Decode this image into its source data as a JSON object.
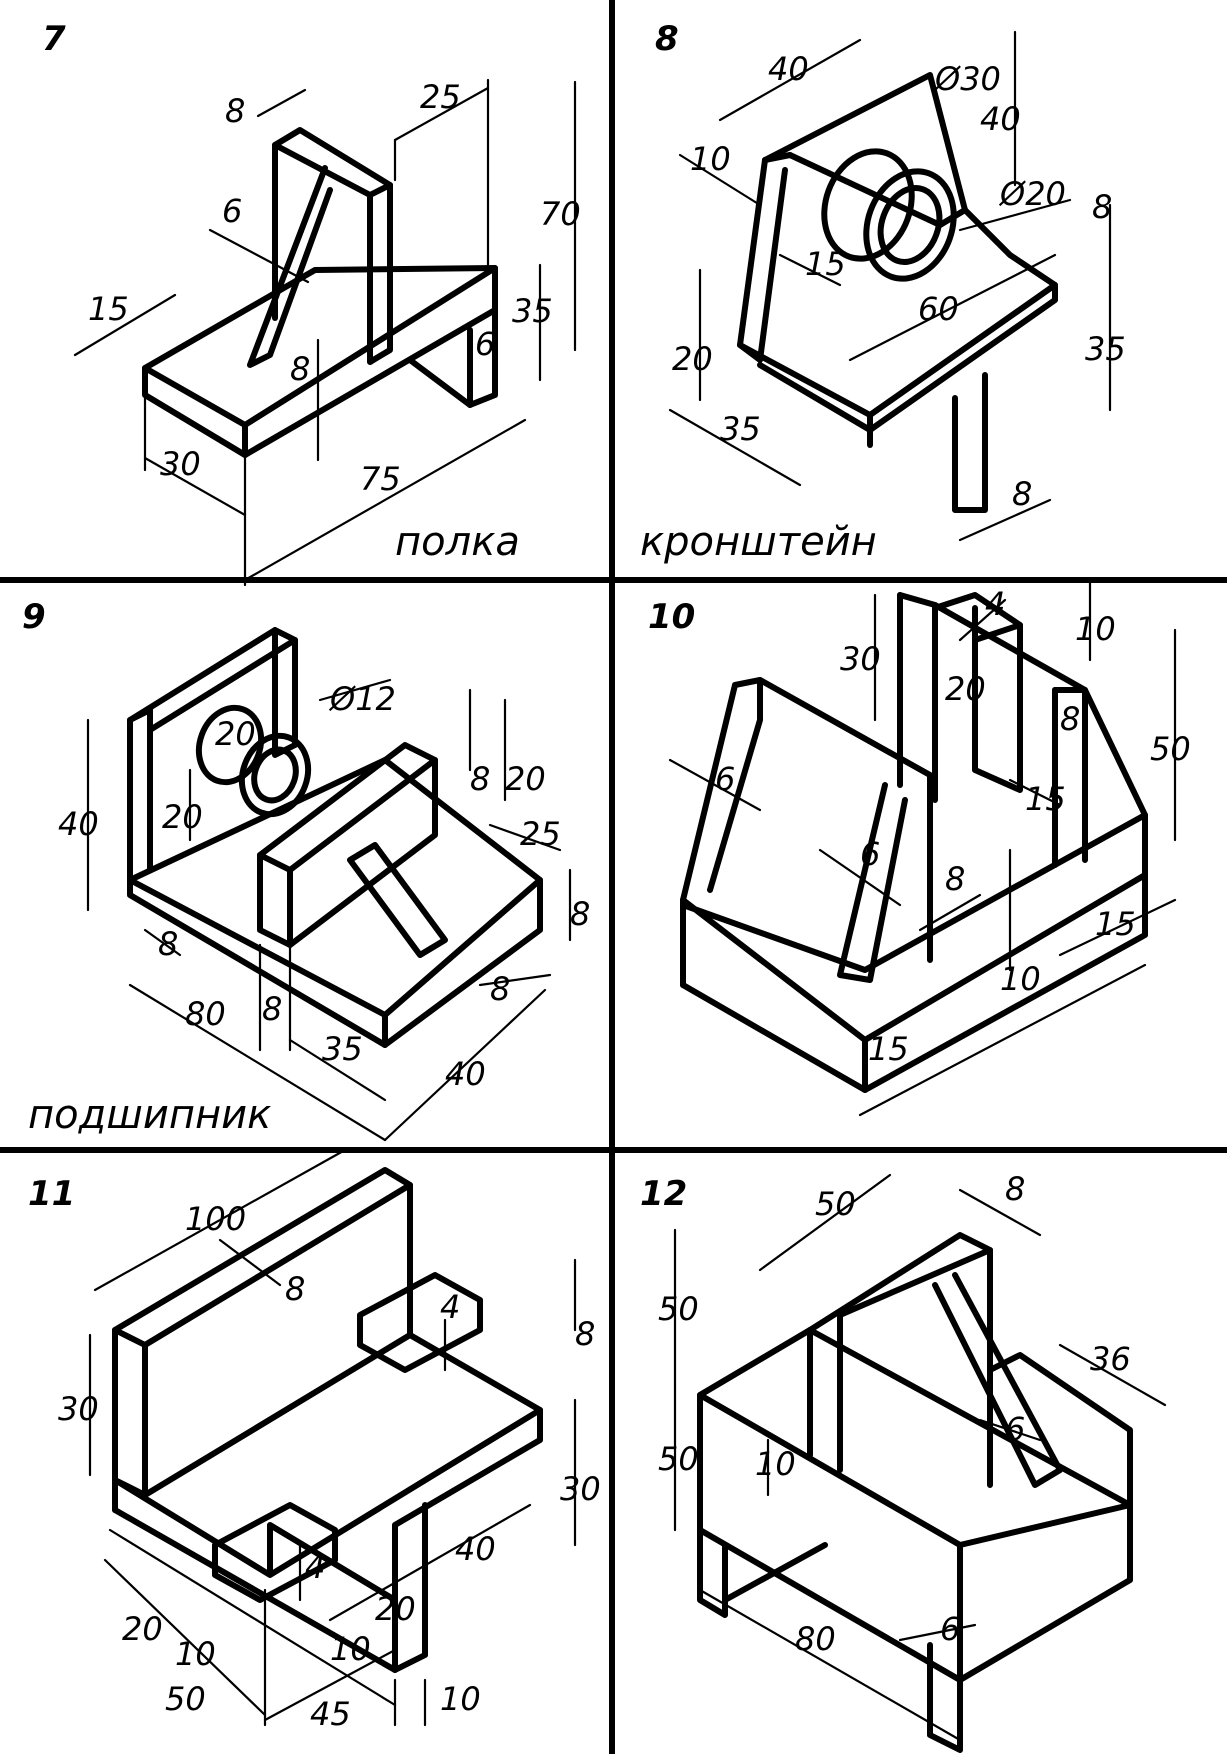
{
  "panels": [
    {
      "number": "7",
      "caption": "полка",
      "dims": [
        "8",
        "25",
        "6",
        "70",
        "15",
        "35",
        "8",
        "6",
        "30",
        "75"
      ]
    },
    {
      "number": "8",
      "caption": "кронштейн",
      "dims": [
        "40",
        "Ø30",
        "40",
        "10",
        "Ø20",
        "8",
        "15",
        "60",
        "20",
        "35",
        "35",
        "8"
      ]
    },
    {
      "number": "9",
      "caption": "подшипник",
      "dims": [
        "Ø12",
        "20",
        "20",
        "40",
        "8",
        "20",
        "25",
        "8",
        "8",
        "80",
        "8",
        "35",
        "8",
        "40"
      ]
    },
    {
      "number": "10",
      "caption": "",
      "dims": [
        "4",
        "10",
        "30",
        "20",
        "8",
        "50",
        "6",
        "6",
        "15",
        "8",
        "15",
        "10",
        "15"
      ]
    },
    {
      "number": "11",
      "caption": "",
      "dims": [
        "100",
        "8",
        "4",
        "30",
        "8",
        "4",
        "40",
        "30",
        "20",
        "10",
        "10",
        "20",
        "50",
        "45",
        "10"
      ]
    },
    {
      "number": "12",
      "caption": "",
      "dims": [
        "50",
        "8",
        "50",
        "36",
        "50",
        "10",
        "6",
        "80",
        "6"
      ]
    }
  ]
}
